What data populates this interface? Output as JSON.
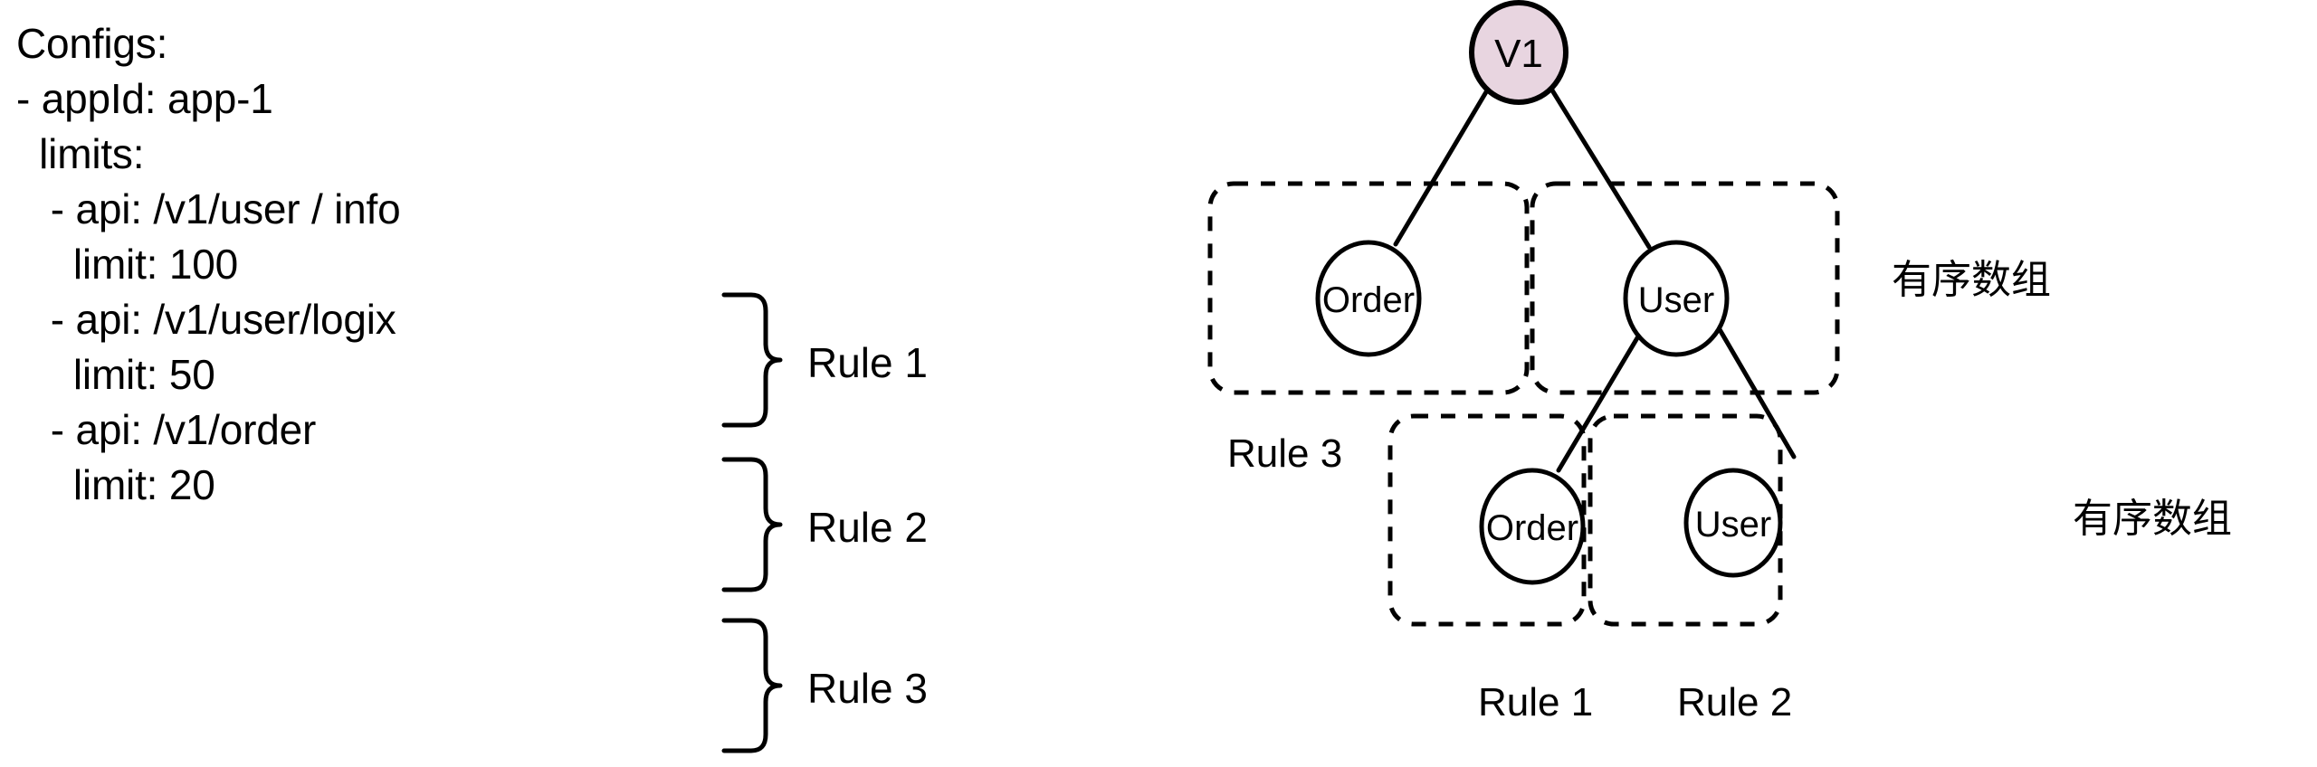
{
  "figure": {
    "title": "Config rules mapped onto a versioned prefix tree",
    "background_color": "#ffffff",
    "stroke_color": "#000000",
    "root_fill_color": "#e8d5e0"
  },
  "config_panel": {
    "lines": [
      "Configs:",
      "- appId: app-1",
      "  limits:",
      "   - api: /v1/user / info",
      "     limit: 100",
      "   - api: /v1/user/logix",
      "     limit: 50",
      "   - api: /v1/order",
      "     limit: 20"
    ],
    "brace_labels": [
      "Rule 1",
      "Rule 2",
      "Rule 3"
    ]
  },
  "tree": {
    "root": {
      "label": "V1"
    },
    "level2": {
      "nodes": [
        {
          "label": "Order"
        },
        {
          "label": "User"
        }
      ],
      "annotation": "有序数组",
      "group_label": "Rule 3"
    },
    "level3": {
      "nodes": [
        {
          "label": "Order"
        },
        {
          "label": "User"
        }
      ],
      "annotation": "有序数组",
      "captions": [
        "Rule 1",
        "Rule 2"
      ]
    }
  }
}
